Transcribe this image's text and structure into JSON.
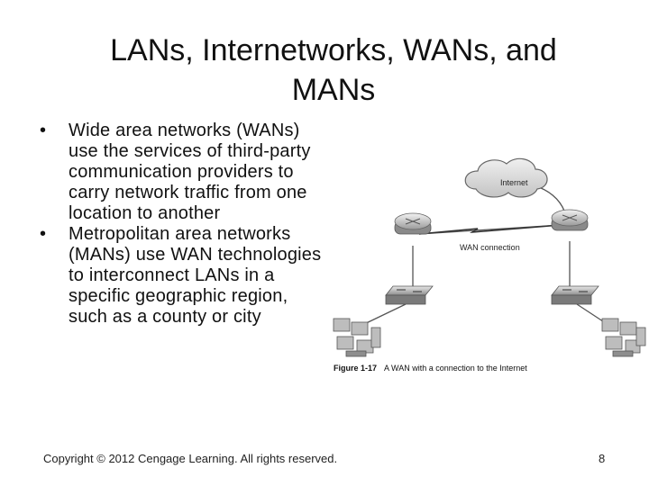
{
  "slide": {
    "title_line1": "LANs, Internetworks, WANs, and",
    "title_line2": "MANs",
    "bullets": [
      "Wide area networks (WANs) use the services of third-party communication providers to carry network traffic from one location to another",
      "Metropolitan area networks (MANs) use WAN technologies to interconnect LANs in a specific geographic region, such as a county or city"
    ],
    "bullet_glyph": "•",
    "figure": {
      "cloud_label": "Internet",
      "link_label": "WAN connection",
      "caption_number": "Figure 1-17",
      "caption_text": "A WAN with a connection to the Internet"
    },
    "footer": "Copyright © 2012 Cengage Learning. All rights reserved.",
    "page_number": "8"
  }
}
